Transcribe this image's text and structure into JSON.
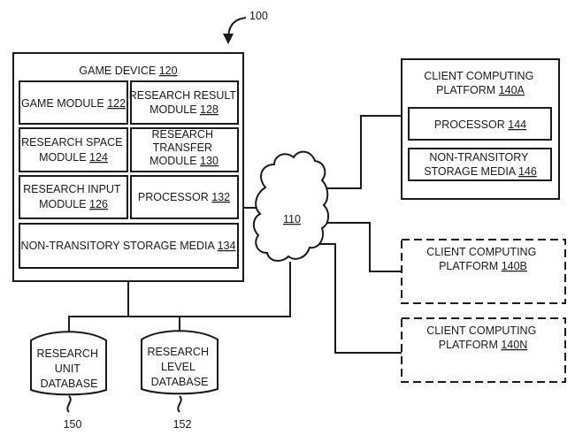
{
  "figure_ref": "100",
  "network": {
    "ref": "110"
  },
  "game_device": {
    "title": "GAME DEVICE",
    "ref": "120",
    "modules": {
      "game_module": {
        "lines": [
          "GAME MODULE"
        ],
        "ref": "122"
      },
      "research_result_module": {
        "lines": [
          "RESEARCH RESULT",
          "MODULE"
        ],
        "ref": "128"
      },
      "research_space_module": {
        "lines": [
          "RESEARCH SPACE",
          "MODULE"
        ],
        "ref": "124"
      },
      "research_transfer_module": {
        "lines": [
          "RESEARCH",
          "TRANSFER",
          "MODULE"
        ],
        "ref": "130"
      },
      "research_input_module": {
        "lines": [
          "RESEARCH INPUT",
          "MODULE"
        ],
        "ref": "126"
      },
      "processor": {
        "lines": [
          "PROCESSOR"
        ],
        "ref": "132"
      },
      "storage": {
        "lines": [
          "NON-TRANSITORY STORAGE MEDIA"
        ],
        "ref": "134"
      }
    }
  },
  "client_a": {
    "lines": [
      "CLIENT COMPUTING",
      "PLATFORM"
    ],
    "ref": "140A",
    "processor": {
      "lines": [
        "PROCESSOR"
      ],
      "ref": "144"
    },
    "storage": {
      "lines": [
        "NON-TRANSITORY",
        "STORAGE MEDIA"
      ],
      "ref": "146"
    }
  },
  "client_b": {
    "lines": [
      "CLIENT COMPUTING",
      "PLATFORM"
    ],
    "ref": "140B"
  },
  "client_n": {
    "lines": [
      "CLIENT COMPUTING",
      "PLATFORM"
    ],
    "ref": "140N"
  },
  "databases": [
    {
      "lines": [
        "RESEARCH",
        "UNIT",
        "DATABASE"
      ],
      "ref": "150"
    },
    {
      "lines": [
        "RESEARCH",
        "LEVEL",
        "DATABASE"
      ],
      "ref": "152"
    }
  ]
}
